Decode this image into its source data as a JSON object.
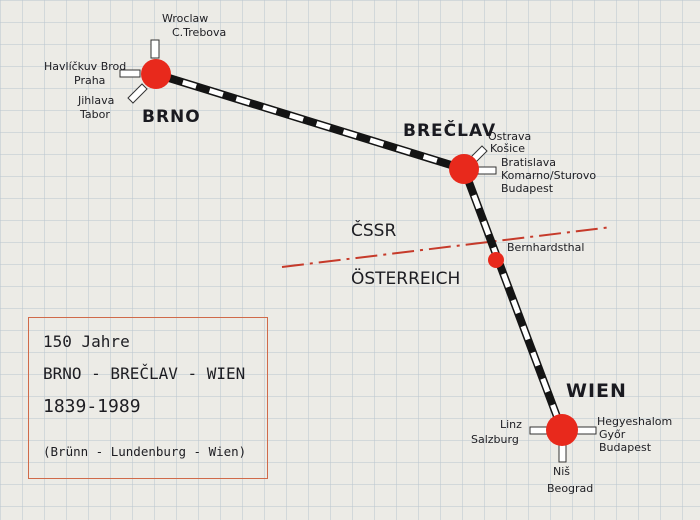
{
  "cities": {
    "brno": "BRNO",
    "breclav": "BREČLAV",
    "wien": "WIEN"
  },
  "branches": {
    "brno_north": [
      "Wroclaw",
      "C.Trebova"
    ],
    "brno_west": "Havlíčkuv Brod",
    "brno_west2": "Praha",
    "brno_sw": [
      "Jihlava",
      "Tabor"
    ],
    "breclav_ne": [
      "Ostrava",
      "Košice"
    ],
    "breclav_e": [
      "Bratislava",
      "Komarno/Sturovo",
      "Budapest"
    ],
    "border_station": "Bernhardsthal",
    "wien_w": [
      "Linz",
      "Salzburg"
    ],
    "wien_e": [
      "Hegyeshalom",
      "Győr",
      "Budapest"
    ],
    "wien_s": [
      "Niš",
      "Beograd"
    ]
  },
  "border": {
    "north": "ČSSR",
    "south": "ÖSTERREICH"
  },
  "box": {
    "line1": "150 Jahre",
    "line2": "BRNO - BREČLAV - WIEN",
    "line3": "1839-1989",
    "line4": "(Brünn - Lundenburg - Wien)"
  },
  "colors": {
    "station": "#e8291c",
    "border_line": "#c63a2a",
    "track_dark": "#141414",
    "track_light": "#ffffff",
    "grid": "#b9c4cf"
  }
}
